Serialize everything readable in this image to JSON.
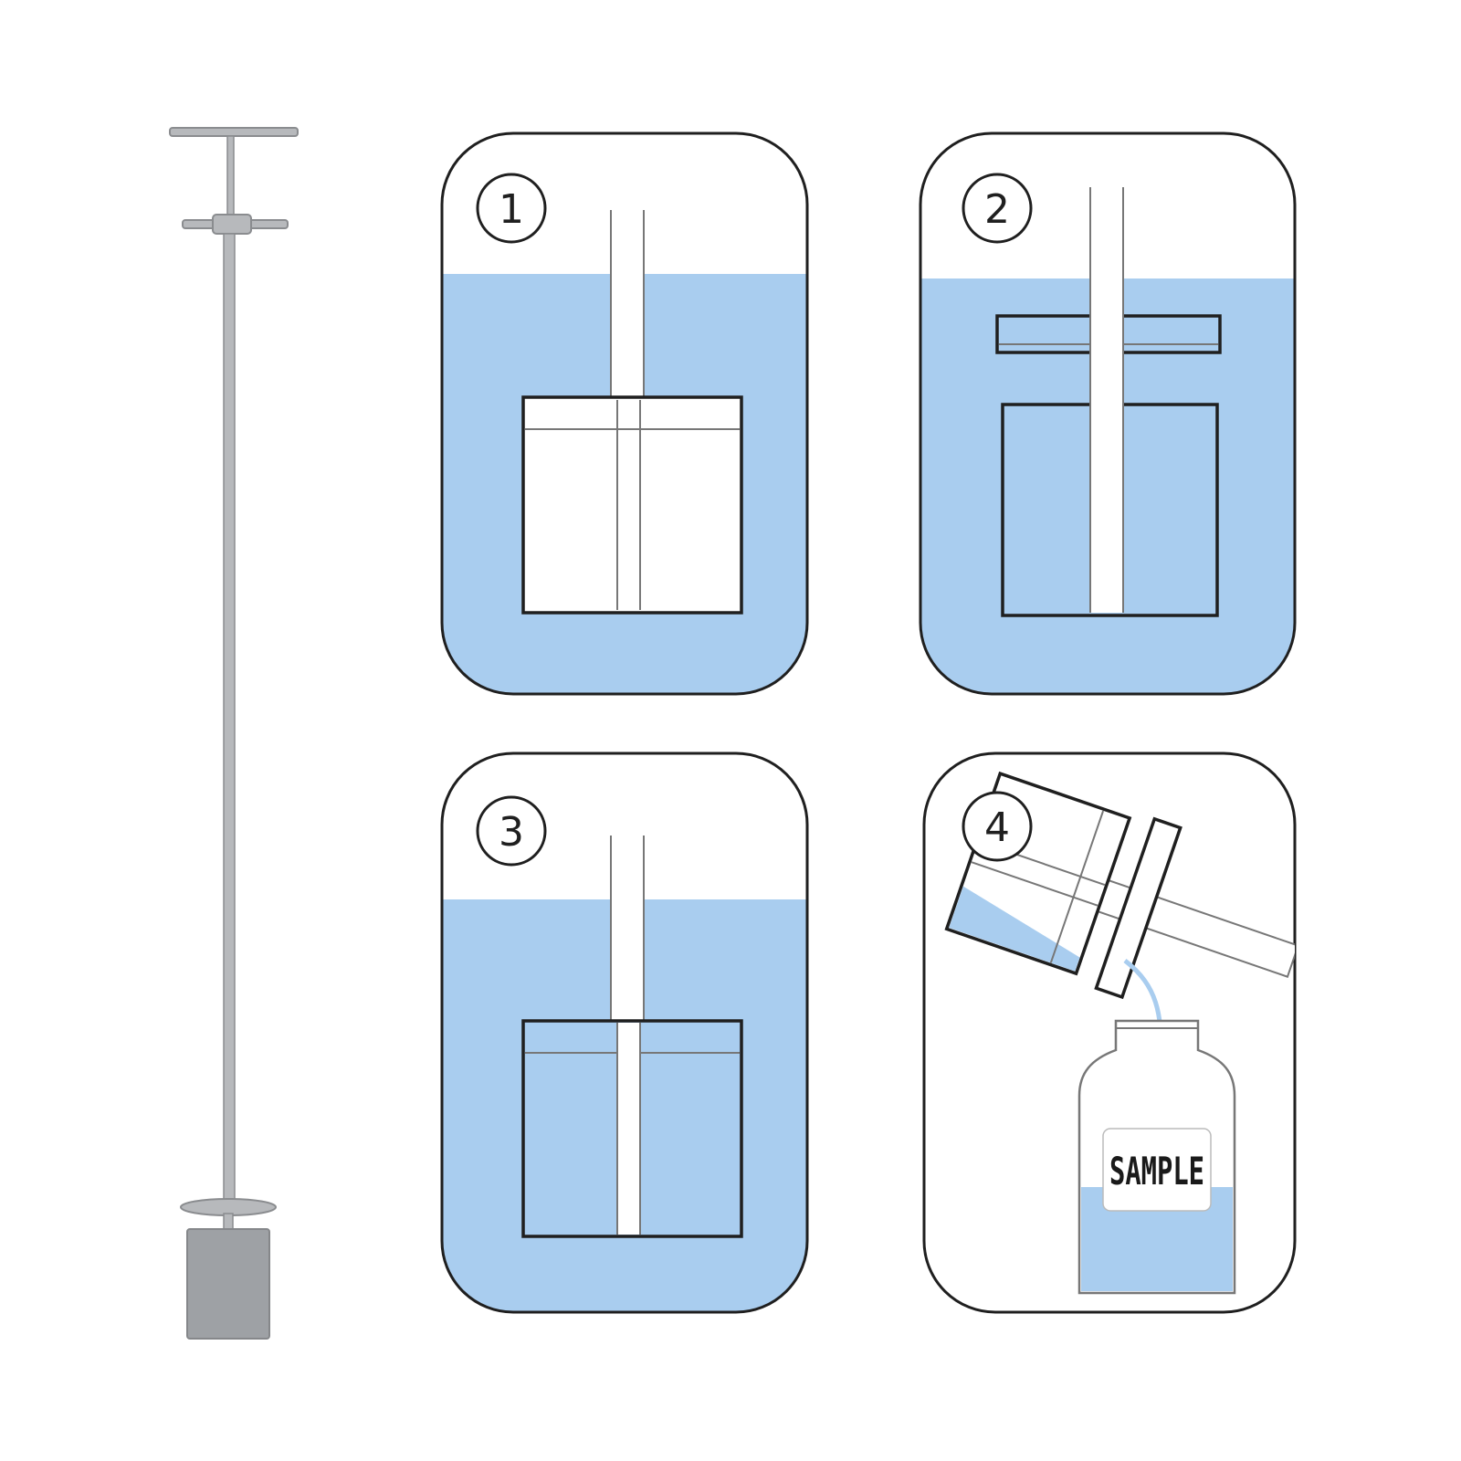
{
  "colors": {
    "water": "#a9cdef",
    "outline": "#1f1f1f",
    "sampler_metal": "#b7b9bc",
    "sampler_body": "#9ea1a5",
    "background": "#ffffff"
  },
  "steps": [
    {
      "number": "1"
    },
    {
      "number": "2"
    },
    {
      "number": "3"
    },
    {
      "number": "4"
    }
  ],
  "sample_bottle": {
    "label": "SAMPLE"
  }
}
